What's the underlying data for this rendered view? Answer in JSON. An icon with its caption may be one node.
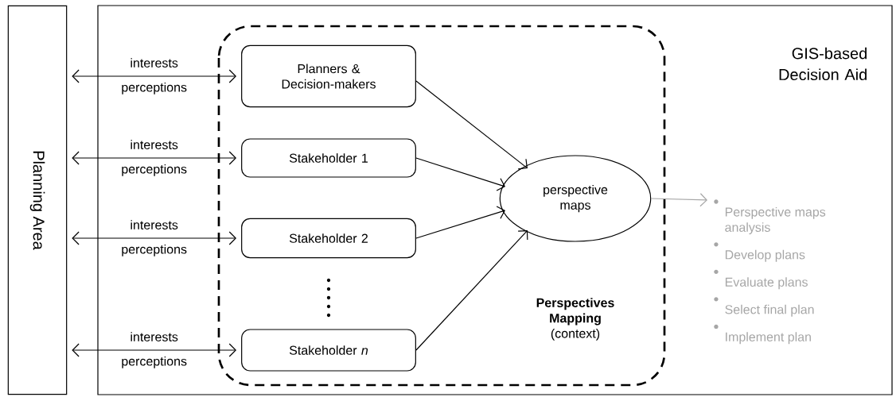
{
  "diagram": {
    "nodes": [
      {
        "text": [
          "Planning Area"
        ]
      },
      {
        "text": [
          "GIS-based Decision Aid"
        ]
      },
      {
        "text": [
          "**Perspectives Mapping** (context)"
        ],
        "in": 1
      },
      {
        "text": [
          "Planners & Decision-makers"
        ],
        "in": 2
      },
      {
        "text": [
          "Stakeholder 1"
        ],
        "in": 2
      },
      {
        "text": [
          "Stakeholder 2"
        ],
        "in": 2
      },
      {
        "text": [
          "Stakeholder *n*"
        ],
        "in": 2
      },
      {
        "text": [
          "perspective maps"
        ],
        "in": 2
      },
      {
        "text": [
          "Perspective maps analysis",
          "Develop plans",
          "Evaluate plans",
          "Select final plan",
          "Implement plan"
        ],
        "in": 1
      }
    ],
    "edges": [
      {
        "from": 0,
        "to": 3,
        "arrow": "both",
        "label": "interests perceptions"
      },
      {
        "from": 0,
        "to": 4,
        "arrow": "both",
        "label": "interests perceptions"
      },
      {
        "from": 0,
        "to": 5,
        "arrow": "both",
        "label": "interests perceptions"
      },
      {
        "from": 0,
        "to": 6,
        "arrow": "both",
        "label": "interests perceptions"
      },
      {
        "from": 3,
        "to": 7,
        "arrow": "to"
      },
      {
        "from": 4,
        "to": 7,
        "arrow": "to"
      },
      {
        "from": 5,
        "to": 7,
        "arrow": "to"
      },
      {
        "from": 6,
        "to": 7,
        "arrow": "to"
      },
      {
        "from": 7,
        "to": 8,
        "arrow": "to",
        "color": "#a6a6a6"
      }
    ]
  }
}
